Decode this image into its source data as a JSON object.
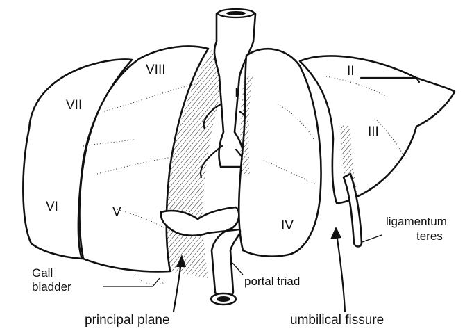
{
  "segments": {
    "s1": "I",
    "s2": "II",
    "s3": "III",
    "s4": "IV",
    "s5": "V",
    "s6": "VI",
    "s7": "VII",
    "s8": "VIII"
  },
  "labels": {
    "gall_bladder_1": "Gall",
    "gall_bladder_2": "bladder",
    "principal_plane": "principal plane",
    "portal_triad": "portal triad",
    "umbilical_fissure": "umbilical fissure",
    "ligamentum_1": "ligamentum",
    "ligamentum_2": "teres"
  }
}
